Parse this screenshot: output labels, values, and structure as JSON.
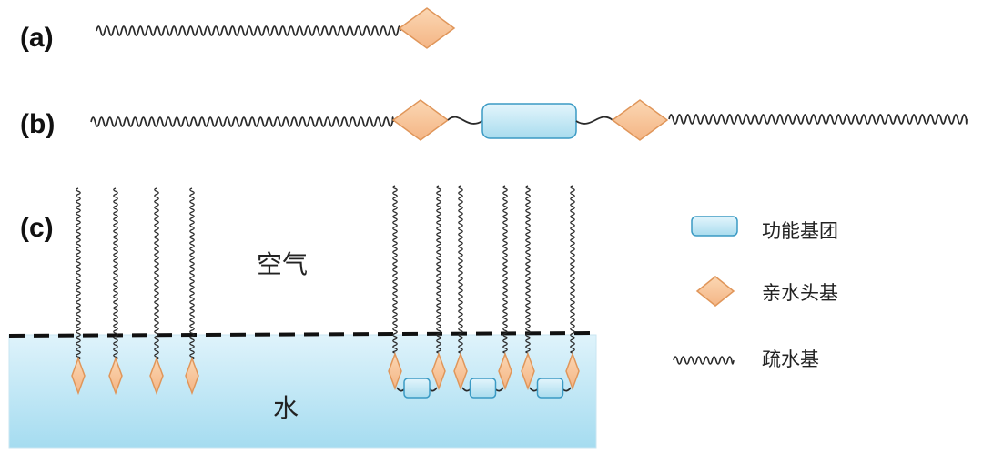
{
  "panels": {
    "a": "(a)",
    "b": "(b)",
    "c": "(c)"
  },
  "regions": {
    "air": "空气",
    "water": "水"
  },
  "legend": {
    "functional_group": "功能基团",
    "hydrophilic_head": "亲水头基",
    "hydrophobic_group": "疏水基"
  },
  "colors": {
    "head_fill": "#f8c79b",
    "head_stroke": "#e0965a",
    "block_fill": "#bfe6f4",
    "block_stroke": "#3a9ac4",
    "water_top": "#d8f0fa",
    "water_bottom": "#9fd9ef",
    "chain": "#2a2a2a"
  }
}
